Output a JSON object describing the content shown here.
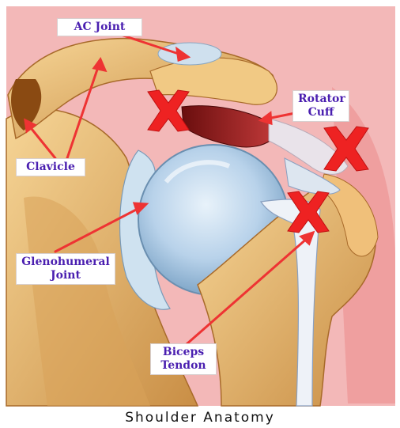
{
  "labels": {
    "ac_joint": "AC Joint",
    "rotator_cuff_line1": "Rotator",
    "rotator_cuff_line2": "Cuff",
    "clavicle": "Clavicle",
    "glenohumeral_line1": "Glenohumeral",
    "glenohumeral_line2": "Joint",
    "biceps_line1": "Biceps",
    "biceps_line2": "Tendon"
  },
  "caption": "Shoulder Anatomy",
  "marker_count": 3,
  "colors": {
    "label_text": "#4a1fb0",
    "arrow": "#ee3333",
    "marker": "#ee2222",
    "skin": "#f0a8a8",
    "bone": "#e2b870",
    "cartilage": "#b8d4ea",
    "muscle": "#8a1818"
  }
}
